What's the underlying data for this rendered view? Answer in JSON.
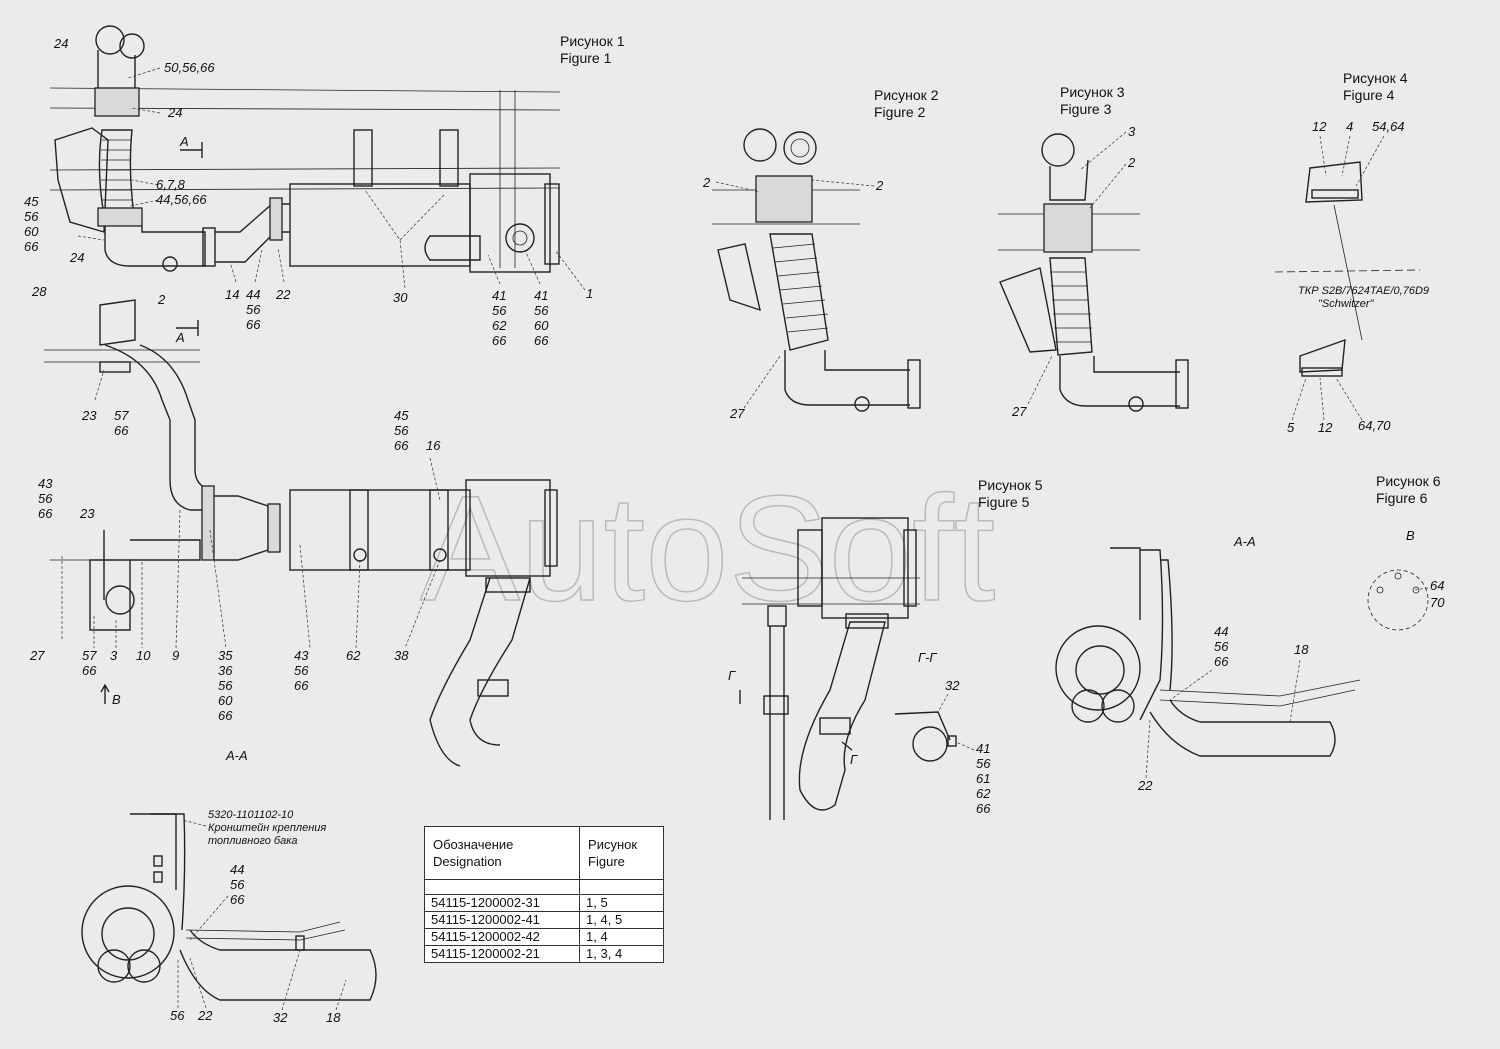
{
  "figures": [
    {
      "title_ru": "Рисунок 1",
      "title_en": "Figure 1"
    },
    {
      "title_ru": "Рисунок 2",
      "title_en": "Figure 2"
    },
    {
      "title_ru": "Рисунок 3",
      "title_en": "Figure 3"
    },
    {
      "title_ru": "Рисунок 4",
      "title_en": "Figure 4"
    },
    {
      "title_ru": "Рисунок 5",
      "title_en": "Figure 5"
    },
    {
      "title_ru": "Рисунок 6",
      "title_en": "Figure 6"
    }
  ],
  "watermark": "AutoSoft",
  "views": {
    "section_aa": "А-А",
    "section_gg": "Г-Г",
    "arrow_a": "А",
    "arrow_b": "В",
    "arrow_g": "Г",
    "view_b": "В"
  },
  "callouts": {
    "c24a": "24",
    "c50_56_66": "50,56,66",
    "c24b": "24",
    "c6_7_8": "6,7,8",
    "c44_56_66": "44,56,66",
    "c45": "45",
    "c56": "56",
    "c60": "60",
    "c66": "66",
    "c24c": "24",
    "c14": "14",
    "c44": "44",
    "c56b": "56",
    "c66b": "66",
    "c22": "22",
    "c30": "30",
    "c41a": "41",
    "c56c": "56",
    "c62a": "62",
    "c66c": "66",
    "c41b": "41",
    "c56d": "56",
    "c60b": "60",
    "c66d": "66",
    "c1": "1",
    "c28": "28",
    "c2": "2",
    "c23": "23",
    "c57": "57",
    "c66e": "66",
    "c45b": "45",
    "c56e": "56",
    "c66f": "66",
    "c16": "16",
    "c43": "43",
    "c56f": "56",
    "c66g": "66",
    "c23b": "23",
    "c27": "27",
    "c57b": "57",
    "c66h": "66",
    "c3": "3",
    "c10": "10",
    "c9": "9",
    "c35": "35",
    "c36": "36",
    "c56g": "56",
    "c60c": "60",
    "c66i": "66",
    "c43b": "43",
    "c56h": "56",
    "c66j": "66",
    "c62b": "62",
    "c38": "38",
    "f2_2a": "2",
    "f2_2b": "2",
    "f2_27": "27",
    "f3_3": "3",
    "f3_2": "2",
    "f3_27": "27",
    "f4_12": "12",
    "f4_4": "4",
    "f4_54_64": "54,64",
    "f4_5": "5",
    "f4_12b": "12",
    "f4_64_70": "64,70",
    "f5_32": "32",
    "f5_41": "41",
    "f5_56": "56",
    "f5_61": "61",
    "f5_62": "62",
    "f5_66": "66",
    "f6_44": "44",
    "f6_56": "56",
    "f6_66": "66",
    "f6_18": "18",
    "f6_22": "22",
    "f6_64": "64",
    "f6_70": "70",
    "b_44": "44",
    "b_56": "56",
    "b_66": "66",
    "b_56b": "56",
    "b_22": "22",
    "b_32": "32",
    "b_18": "18"
  },
  "turbo_note": {
    "line1": "ТКР S2B/7624TAE/0,76D9",
    "line2": "\"Schwitzer\""
  },
  "bracket_note": {
    "line1": "5320-1101102-10",
    "line2": "Кронштейн крепления",
    "line3": "топливного бака"
  },
  "table": {
    "header_ru_1": "Обозначение",
    "header_en_1": "Designation",
    "header_ru_2": "Рисунок",
    "header_en_2": "Figure",
    "rows": [
      {
        "designation": "54115-1200002-31",
        "figure": "1, 5"
      },
      {
        "designation": "54115-1200002-41",
        "figure": "1, 4, 5"
      },
      {
        "designation": "54115-1200002-42",
        "figure": "1, 4"
      },
      {
        "designation": "54115-1200002-21",
        "figure": "1, 3, 4"
      }
    ]
  }
}
